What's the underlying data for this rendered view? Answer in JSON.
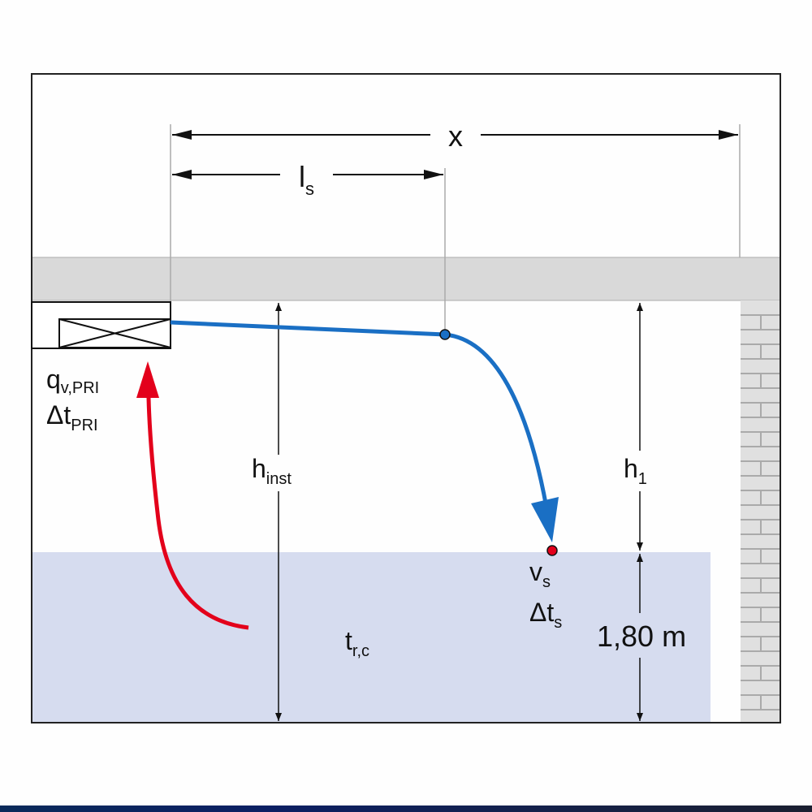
{
  "labels": {
    "x": "x",
    "ls_main": "l",
    "ls_sub": "s",
    "q_main": "q",
    "q_sub": "v,PRI",
    "dt_pri_main": "Δt",
    "dt_pri_sub": "PRI",
    "hinst_main": "h",
    "hinst_sub": "inst",
    "h1_main": "h",
    "h1_sub": "1",
    "vs_main": "v",
    "vs_sub": "s",
    "dts_main": "Δt",
    "dts_sub": "s",
    "height": "1,80 m",
    "trc_main": "t",
    "trc_sub": "r,c"
  },
  "colors": {
    "jet": "#1a6fc4",
    "return_air": "#e3001b",
    "occupied_zone": "#d6dcef",
    "ceiling": "#d9d9d9"
  }
}
